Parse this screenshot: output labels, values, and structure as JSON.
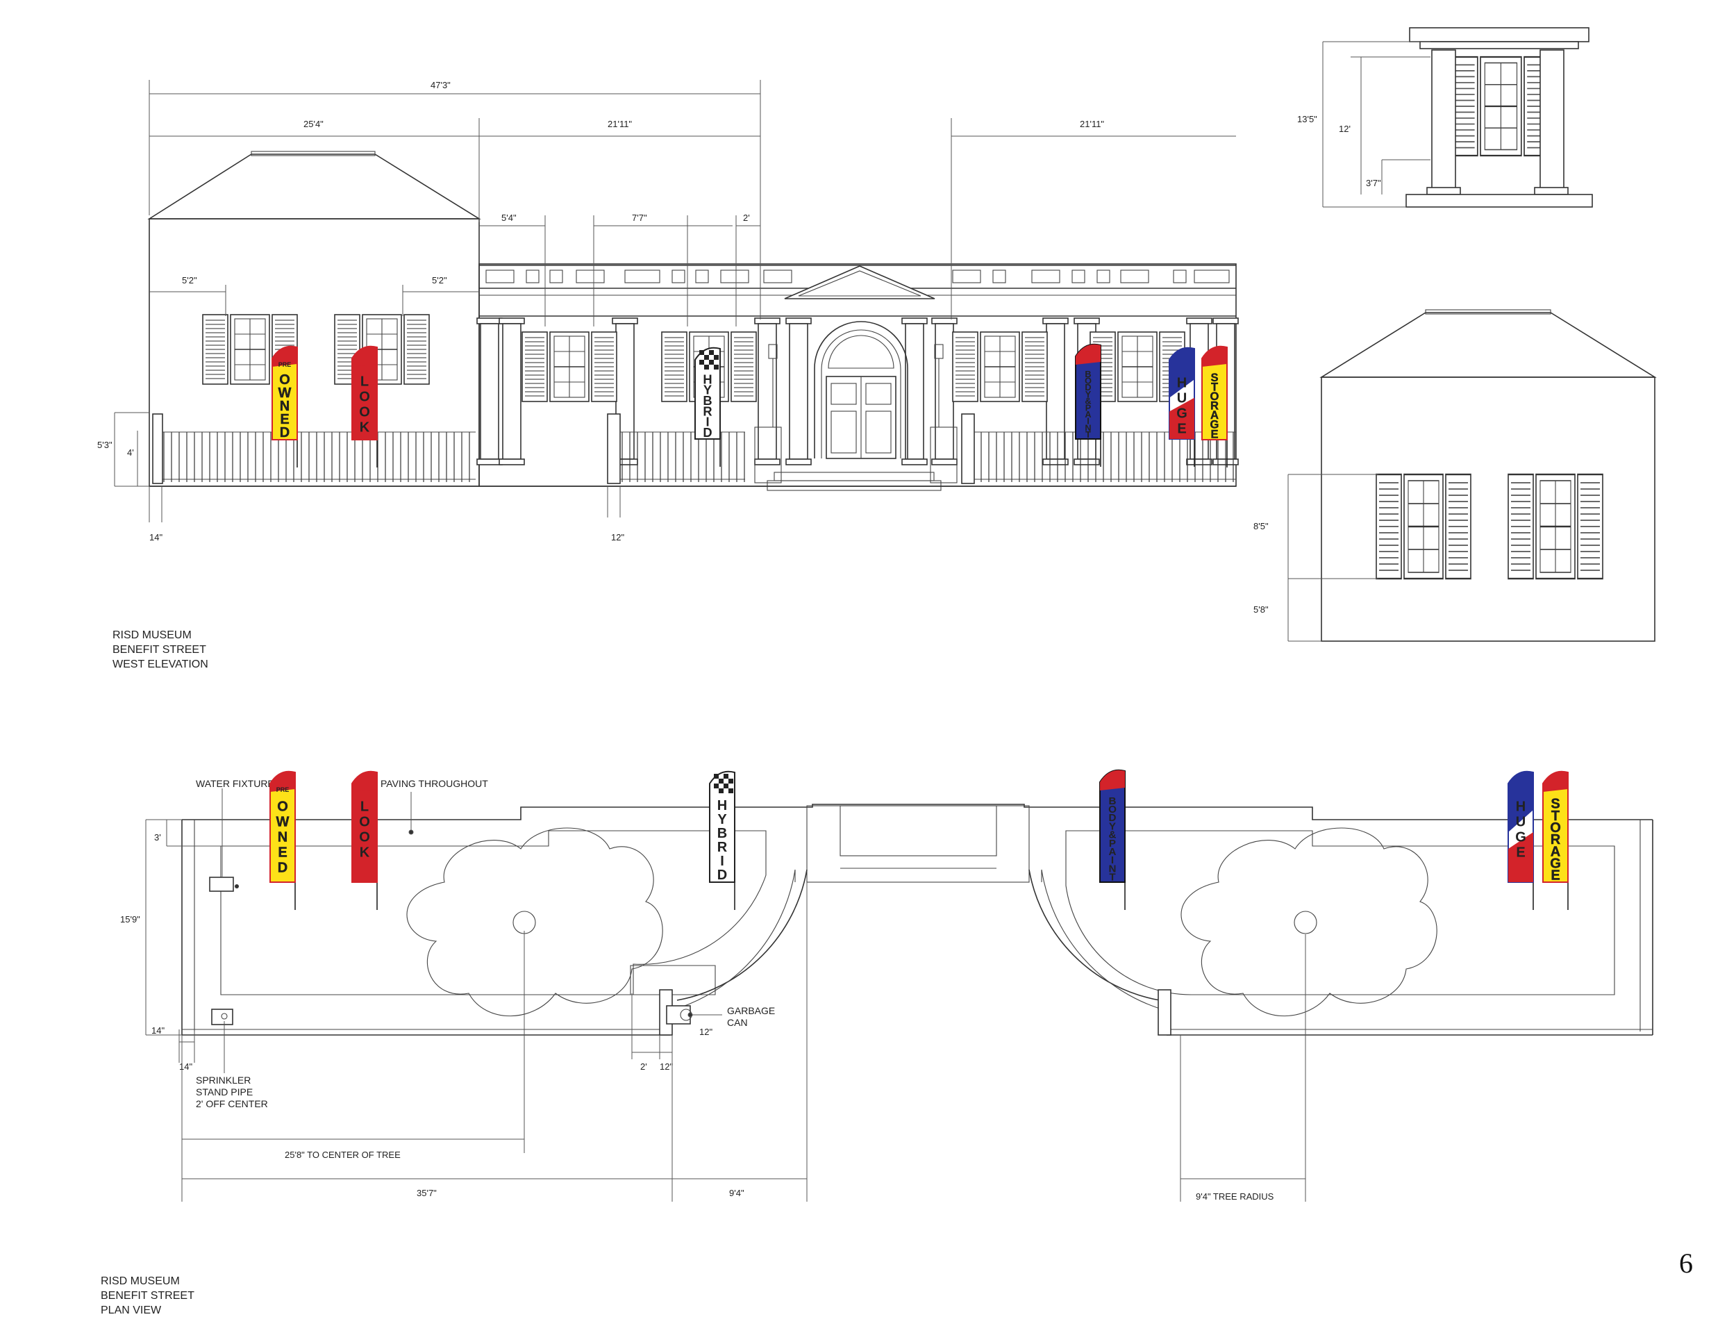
{
  "elevation": {
    "caption": [
      "RISD MUSEUM",
      "BENEFIT STREET",
      "WEST ELEVATION"
    ],
    "dims": {
      "overall": "47'3\"",
      "left_wing": "25'4\"",
      "center": "21'11\"",
      "right": "21'11\"",
      "win_offset_left": "5'2\"",
      "win_offset_right": "5'2\"",
      "bay_a": "5'4\"",
      "bay_b": "7'7\"",
      "bay_c": "2'",
      "fence_total": "5'3\"",
      "fence_height": "4'",
      "post_left": "14\"",
      "post_mid": "12\""
    }
  },
  "side_elevation": {
    "dims": {
      "height": "8'5\"",
      "base": "5'8\""
    }
  },
  "portico": {
    "dims": {
      "total": "13'5\"",
      "column": "12'",
      "window": "3'7\""
    }
  },
  "plan": {
    "caption": [
      "RISD MUSEUM",
      "BENEFIT STREET",
      "PLAN VIEW"
    ],
    "labels": {
      "water": "WATER FIXTURE",
      "paving": "PAVING THROUGHOUT",
      "garbage": [
        "GARBAGE",
        "CAN"
      ],
      "sprinkler": [
        "SPRINKLER",
        "STAND PIPE",
        "2' OFF CENTER"
      ]
    },
    "dims": {
      "depth_top": "3'",
      "depth": "15'9\"",
      "edge_left": "14\"",
      "edge_bottom": "14\"",
      "garbage_off": "12\"",
      "gap_a": "2'",
      "gap_b": "12\"",
      "to_tree": "25'8\" TO CENTER OF TREE",
      "left_run": "35'7\"",
      "stair": "9'4\"",
      "tree_radius": "9'4\" TREE RADIUS"
    }
  },
  "flags": {
    "owned": {
      "small": "PRE",
      "word": "OWNED"
    },
    "look": {
      "word": "LOOK"
    },
    "hybrid": {
      "word": "HYBRID"
    },
    "body": {
      "word": "BODY & PAINT"
    },
    "huge": {
      "word": "HUGE"
    },
    "storage": {
      "word": "STORAGE"
    }
  },
  "colors": {
    "red": "#d3232a",
    "yellow": "#fde118",
    "navy": "#1f2e7a",
    "blue": "#27339b",
    "line": "#333333"
  },
  "page_number": "6"
}
